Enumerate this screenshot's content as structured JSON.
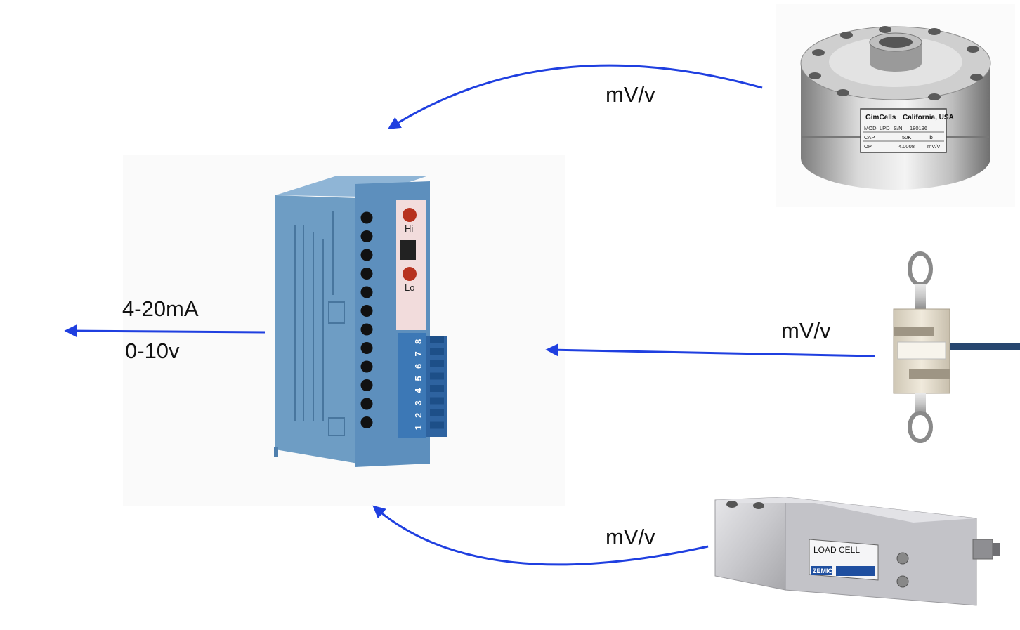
{
  "diagram": {
    "outputs": [
      "4-20mA",
      "0-10v"
    ],
    "signal_label": "mV/v",
    "arrow_color": "#1f3fe0",
    "amplifier": {
      "indicators": [
        "Hi",
        "Lo"
      ],
      "terminals": [
        "8",
        "7",
        "6",
        "5",
        "4",
        "3",
        "2",
        "1"
      ],
      "body_color": "#6e9dc4",
      "terminal_color": "#3c78b6"
    },
    "sensors": [
      {
        "kind": "pancake-load-cell",
        "input_label": "mV/v",
        "plate": {
          "brand": "GimCells",
          "origin": "California, USA",
          "rows": [
            [
              "MOD",
              "LPD",
              "S/N",
              "180196"
            ],
            [
              "CAP",
              "50K",
              "lb"
            ],
            [
              "OP",
              "4.0008",
              "mV/V"
            ]
          ]
        }
      },
      {
        "kind": "s-type-load-cell",
        "input_label": "mV/v"
      },
      {
        "kind": "single-point-load-cell",
        "input_label": "mV/v",
        "label": {
          "title": "LOAD CELL",
          "brand": "ZEMIC"
        }
      }
    ]
  }
}
